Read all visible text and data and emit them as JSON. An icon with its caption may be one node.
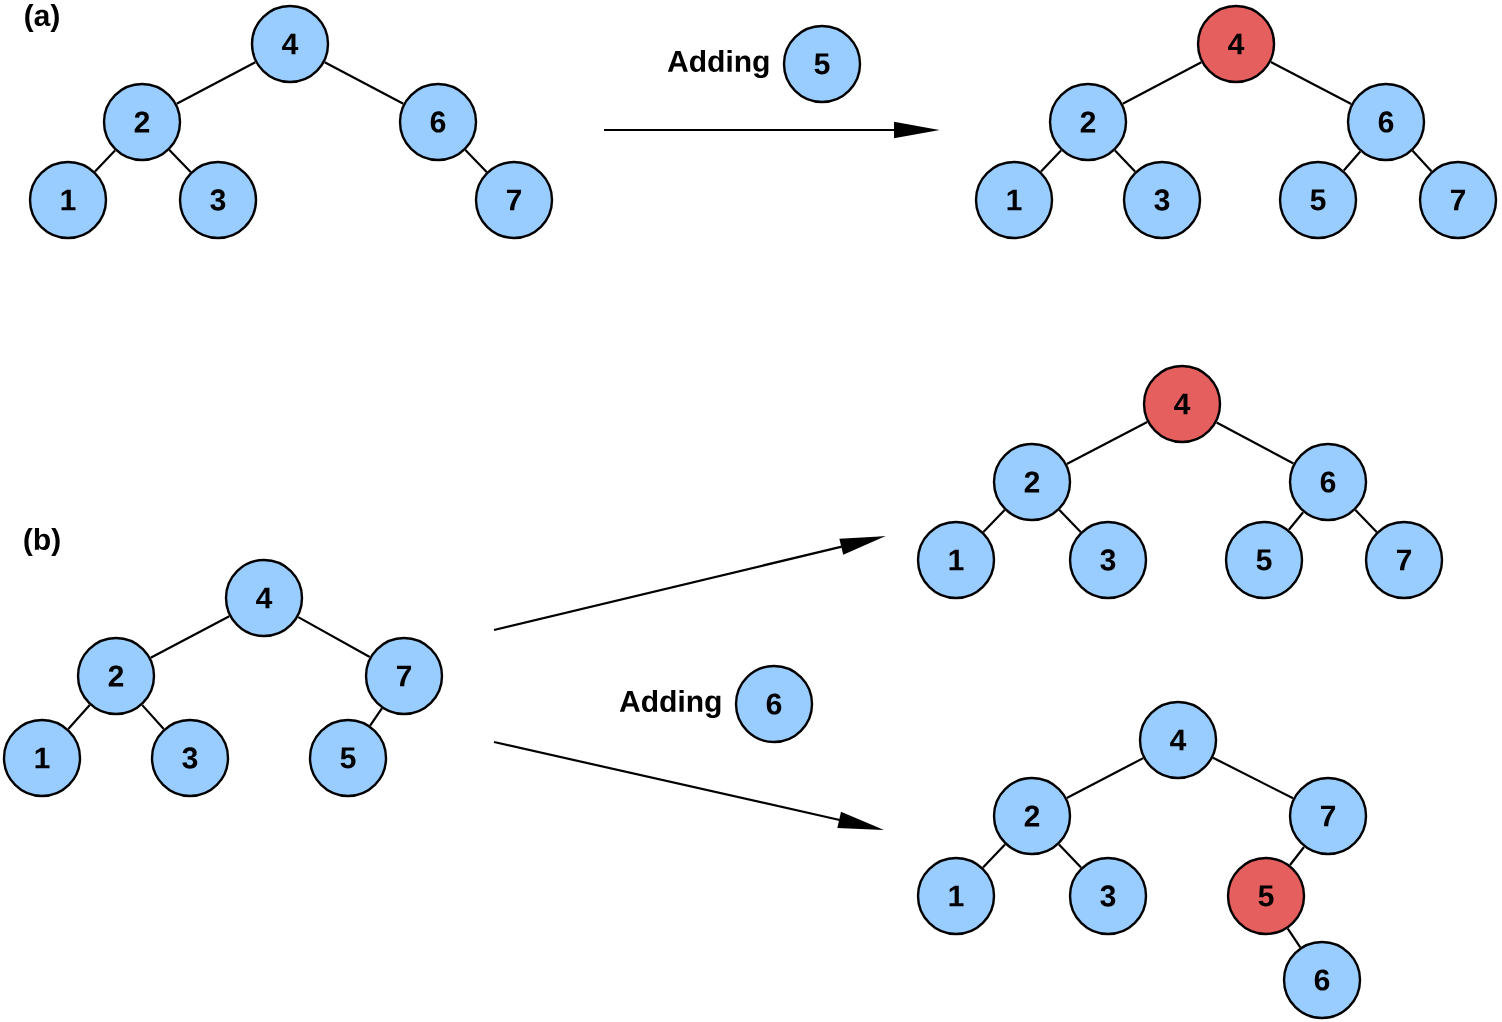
{
  "diagram": {
    "nodes": [
      {
        "text": [
          "4"
        ]
      },
      {
        "text": [
          "2"
        ]
      },
      {
        "text": [
          "6"
        ]
      },
      {
        "text": [
          "1"
        ]
      },
      {
        "text": [
          "3"
        ]
      },
      {
        "text": [
          "7"
        ]
      },
      {
        "text": [
          "5"
        ],
        "beside": [
          "Adding"
        ]
      },
      {
        "text": [
          "4"
        ]
      },
      {
        "text": [
          "2"
        ]
      },
      {
        "text": [
          "6"
        ]
      },
      {
        "text": [
          "1"
        ]
      },
      {
        "text": [
          "3"
        ]
      },
      {
        "text": [
          "5"
        ]
      },
      {
        "text": [
          "7"
        ]
      },
      {
        "text": [
          "4"
        ]
      },
      {
        "text": [
          "2"
        ]
      },
      {
        "text": [
          "7"
        ]
      },
      {
        "text": [
          "1"
        ]
      },
      {
        "text": [
          "3"
        ]
      },
      {
        "text": [
          "5"
        ]
      },
      {
        "text": [
          "6"
        ],
        "beside": [
          "Adding"
        ]
      },
      {
        "text": [
          "4"
        ]
      },
      {
        "text": [
          "2"
        ]
      },
      {
        "text": [
          "6"
        ]
      },
      {
        "text": [
          "1"
        ]
      },
      {
        "text": [
          "3"
        ]
      },
      {
        "text": [
          "5"
        ]
      },
      {
        "text": [
          "7"
        ]
      },
      {
        "text": [
          "4"
        ]
      },
      {
        "text": [
          "2"
        ]
      },
      {
        "text": [
          "7"
        ]
      },
      {
        "text": [
          "1"
        ]
      },
      {
        "text": [
          "3"
        ]
      },
      {
        "text": [
          "5"
        ]
      },
      {
        "text": [
          "6"
        ]
      }
    ],
    "edges": [
      {
        "from": 0,
        "to": 1,
        "arrow": "none"
      },
      {
        "from": 0,
        "to": 2,
        "arrow": "none"
      },
      {
        "from": 1,
        "to": 3,
        "arrow": "none"
      },
      {
        "from": 1,
        "to": 4,
        "arrow": "none"
      },
      {
        "from": 2,
        "to": 5,
        "arrow": "none"
      },
      {
        "from": 7,
        "to": 8,
        "arrow": "none"
      },
      {
        "from": 7,
        "to": 9,
        "arrow": "none"
      },
      {
        "from": 8,
        "to": 10,
        "arrow": "none"
      },
      {
        "from": 8,
        "to": 11,
        "arrow": "none"
      },
      {
        "from": 9,
        "to": 12,
        "arrow": "none"
      },
      {
        "from": 9,
        "to": 13,
        "arrow": "none"
      },
      {
        "from": 14,
        "to": 15,
        "arrow": "none"
      },
      {
        "from": 14,
        "to": 16,
        "arrow": "none"
      },
      {
        "from": 15,
        "to": 17,
        "arrow": "none"
      },
      {
        "from": 15,
        "to": 18,
        "arrow": "none"
      },
      {
        "from": 16,
        "to": 19,
        "arrow": "none"
      },
      {
        "from": 21,
        "to": 22,
        "arrow": "none"
      },
      {
        "from": 21,
        "to": 23,
        "arrow": "none"
      },
      {
        "from": 22,
        "to": 24,
        "arrow": "none"
      },
      {
        "from": 22,
        "to": 25,
        "arrow": "none"
      },
      {
        "from": 23,
        "to": 26,
        "arrow": "none"
      },
      {
        "from": 23,
        "to": 27,
        "arrow": "none"
      },
      {
        "from": 28,
        "to": 29,
        "arrow": "none"
      },
      {
        "from": 28,
        "to": 30,
        "arrow": "none"
      },
      {
        "from": 29,
        "to": 31,
        "arrow": "none"
      },
      {
        "from": 29,
        "to": 32,
        "arrow": "none"
      },
      {
        "from": 30,
        "to": 33,
        "arrow": "none"
      },
      {
        "from": 33,
        "to": 34,
        "arrow": "none"
      }
    ],
    "labels": [
      "(a)",
      "(b)"
    ]
  }
}
